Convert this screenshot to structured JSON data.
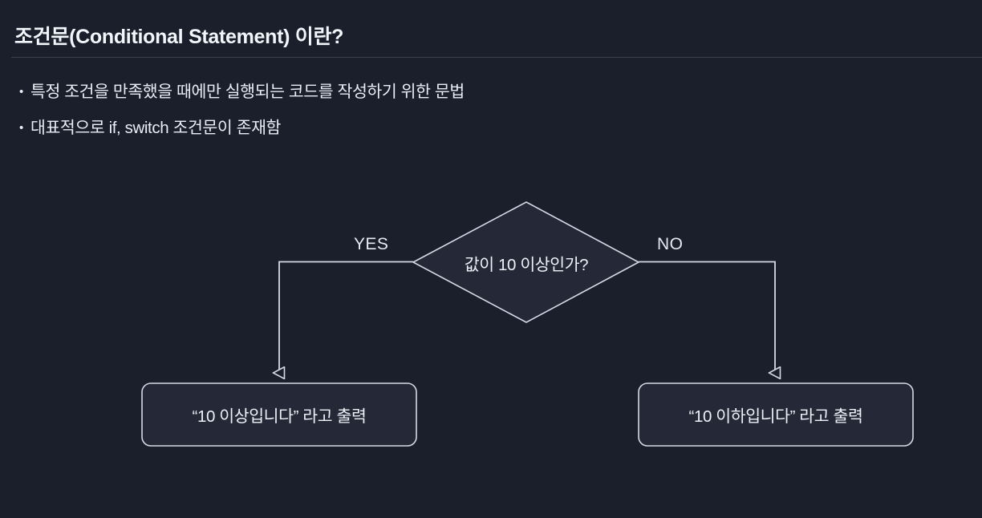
{
  "slide": {
    "title": "조건문(Conditional Statement) 이란?",
    "background_color": "#1b1e2b",
    "text_color": "#e8ecf4",
    "divider_color": "#3c4152"
  },
  "bullets": [
    {
      "marker": "•",
      "text": "특정 조건을 만족했을 때에만 실행되는 코드를 작성하기 위한 문법"
    },
    {
      "marker": "•",
      "text": "대표적으로 if, switch 조건문이 존재함"
    }
  ],
  "flowchart": {
    "type": "decision-flow",
    "stroke_color": "#d6dae6",
    "node_fill": "#252836",
    "decision": {
      "shape": "diamond",
      "label": "값이 10 이상인가?"
    },
    "branches": [
      {
        "edge_label": "YES",
        "direction": "left",
        "target": {
          "shape": "rounded-rect",
          "label": "“10 이상입니다” 라고 출력"
        }
      },
      {
        "edge_label": "NO",
        "direction": "right",
        "target": {
          "shape": "rounded-rect",
          "label": "“10 이하입니다” 라고 출력"
        }
      }
    ]
  }
}
